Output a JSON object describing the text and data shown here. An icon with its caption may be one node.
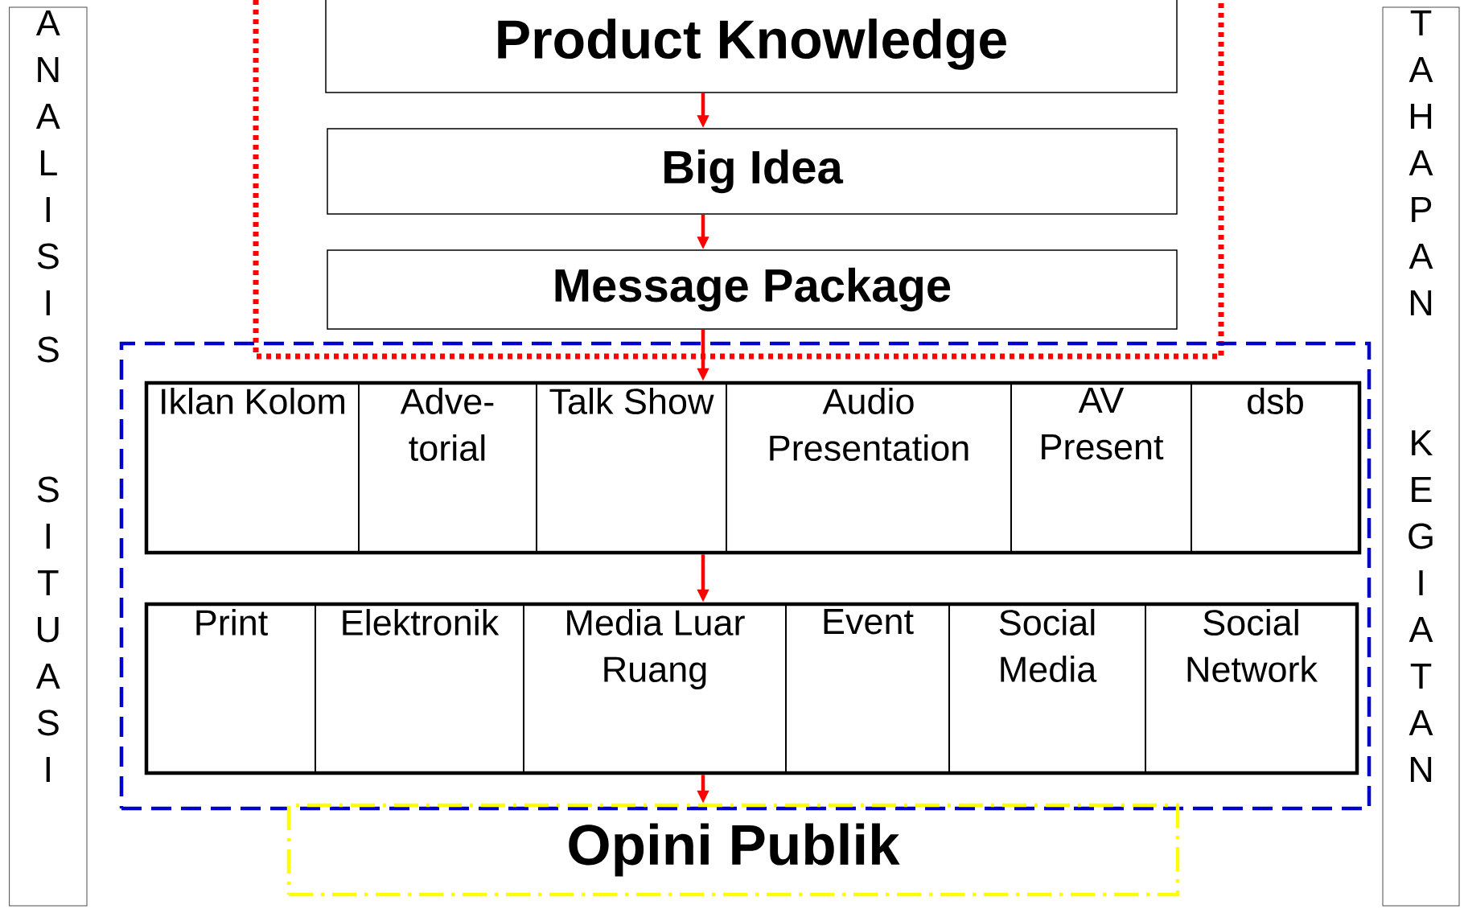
{
  "diagram": {
    "nodes": [
      {
        "text": [
          "ANALISIS SITUASI"
        ]
      },
      {
        "text": [
          "Product Knowledge"
        ]
      },
      {
        "text": [
          "Big Idea"
        ]
      },
      {
        "text": [
          "Message Package"
        ]
      },
      {
        "text": [],
        "shape": "box"
      },
      {
        "text": [],
        "shape": "box",
        "in": 4
      },
      {
        "text": [
          "Iklan Kolom"
        ],
        "in": 5
      },
      {
        "text": [
          "Adve- torial"
        ],
        "in": 5
      },
      {
        "text": [
          "Talk Show"
        ],
        "in": 5
      },
      {
        "text": [
          "Audio Presentation"
        ],
        "in": 5
      },
      {
        "text": [
          "AV Present"
        ],
        "in": 5
      },
      {
        "text": [
          "dsb"
        ],
        "in": 5
      },
      {
        "text": [],
        "shape": "box",
        "in": 4
      },
      {
        "text": [
          "Print"
        ],
        "in": 12
      },
      {
        "text": [
          "Elektronik"
        ],
        "in": 12
      },
      {
        "text": [
          "Media Luar Ruang"
        ],
        "in": 12
      },
      {
        "text": [
          "Event"
        ],
        "in": 12
      },
      {
        "text": [
          "Social Media"
        ],
        "in": 12
      },
      {
        "text": [
          "Social Network"
        ],
        "in": 12
      },
      {
        "text": [
          "Opini Publik"
        ]
      },
      {
        "text": [
          "TAHAPAN KEGIATAN"
        ]
      }
    ],
    "edges": [
      {
        "from": 1,
        "to": 2,
        "arrow": "to"
      },
      {
        "from": 2,
        "to": 3,
        "arrow": "to"
      },
      {
        "from": 3,
        "to": 5,
        "arrow": "to"
      },
      {
        "from": 5,
        "to": 12,
        "arrow": "to"
      },
      {
        "from": 12,
        "to": 19,
        "arrow": "to"
      }
    ]
  }
}
